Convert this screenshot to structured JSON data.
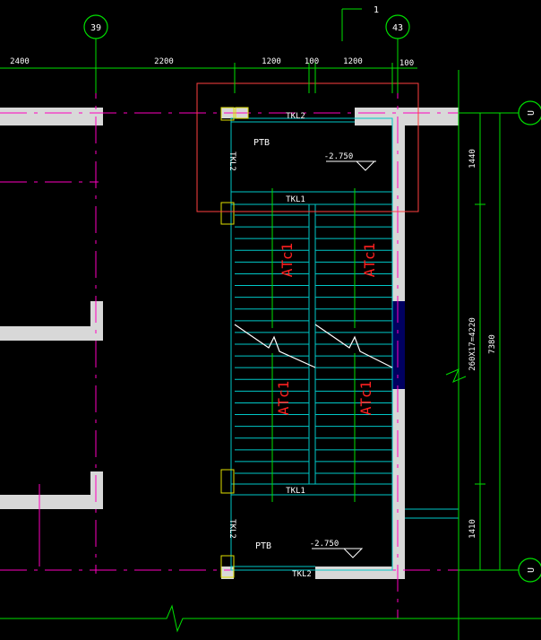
{
  "colors": {
    "background": "#000000",
    "wall": "#d8d8d8",
    "grid_axis": "#ff00c0",
    "dimension": "#00e000",
    "stair_line": "#00c8c8",
    "beam_outline": "#e0e000",
    "highlight_box": "#ff4040",
    "label_red": "#ff2020",
    "text_white": "#ffffff"
  },
  "axes": {
    "top_left": "39",
    "top_right": "43",
    "right_top": "U",
    "right_bottom": "U",
    "top_small": "1"
  },
  "dimensions_top": [
    "2400",
    "2200",
    "1200",
    "100",
    "1200",
    "100"
  ],
  "dimensions_right": [
    "1440",
    "260X17=4220",
    "1410"
  ],
  "dimension_total": "7380",
  "beams": {
    "top": "TKL2",
    "upper_left": "TKL2",
    "upper_mid": "TKL1",
    "lower_mid": "TKL1",
    "lower_left": "TKL2",
    "bottom": "TKL2"
  },
  "slabs": {
    "upper": "PTB",
    "lower": "PTB"
  },
  "elevations": {
    "upper": "-2.750",
    "lower": "-2.750"
  },
  "flights": [
    "ATc1",
    "ATc1",
    "ATc1",
    "ATc1"
  ]
}
